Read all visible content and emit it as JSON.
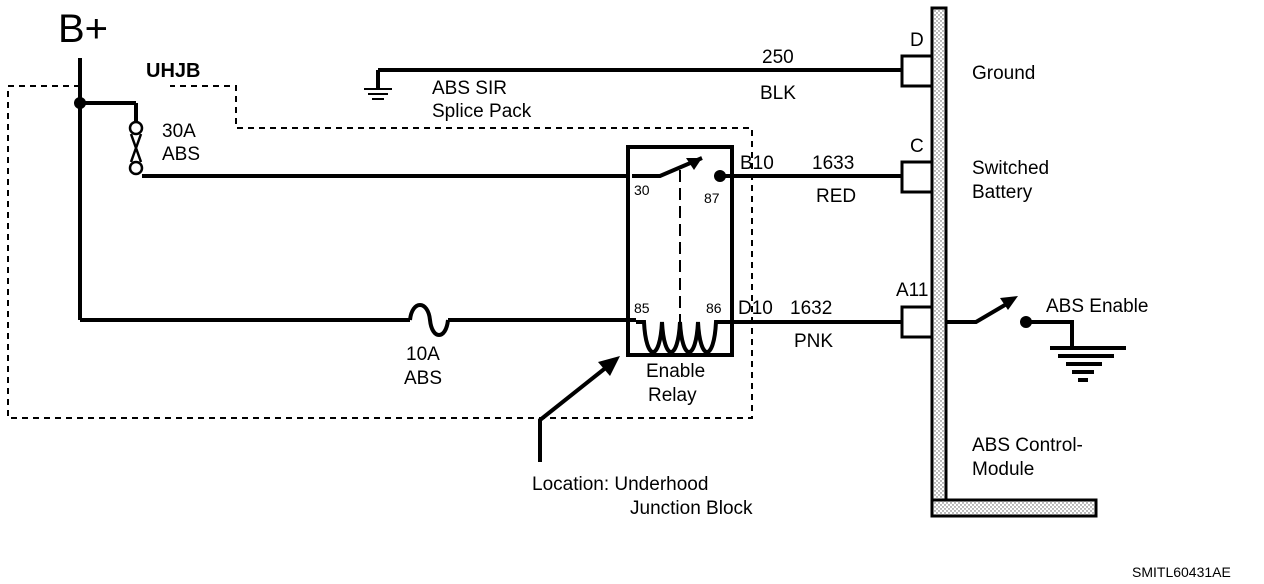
{
  "power": {
    "label": "B+"
  },
  "junction_block": {
    "label": "UHJB"
  },
  "splice_pack": {
    "line1": "ABS SIR",
    "line2": "Splice Pack"
  },
  "fuses": [
    {
      "rating": "30A",
      "name": "ABS"
    },
    {
      "rating": "10A",
      "name": "ABS"
    }
  ],
  "relay": {
    "name_line1": "Enable",
    "name_line2": "Relay",
    "pins": {
      "p30": "30",
      "p87": "87",
      "p85": "85",
      "p86": "86"
    }
  },
  "circuits": [
    {
      "number": "250",
      "color": "BLK"
    },
    {
      "number": "1633",
      "color": "RED"
    },
    {
      "number": "1632",
      "color": "PNK"
    }
  ],
  "junction_pins": {
    "b10": "B10",
    "d10": "D10"
  },
  "module": {
    "name_line1": "ABS Control-",
    "name_line2": "Module",
    "terminals": [
      {
        "pin": "D",
        "function": "Ground"
      },
      {
        "pin": "C",
        "function_line1": "Switched",
        "function_line2": "Battery"
      },
      {
        "pin": "A11",
        "function": "ABS Enable"
      }
    ]
  },
  "location": {
    "line1": "Location:  Underhood",
    "line2": "Junction Block"
  },
  "figure_id": "SMITL60431AE"
}
